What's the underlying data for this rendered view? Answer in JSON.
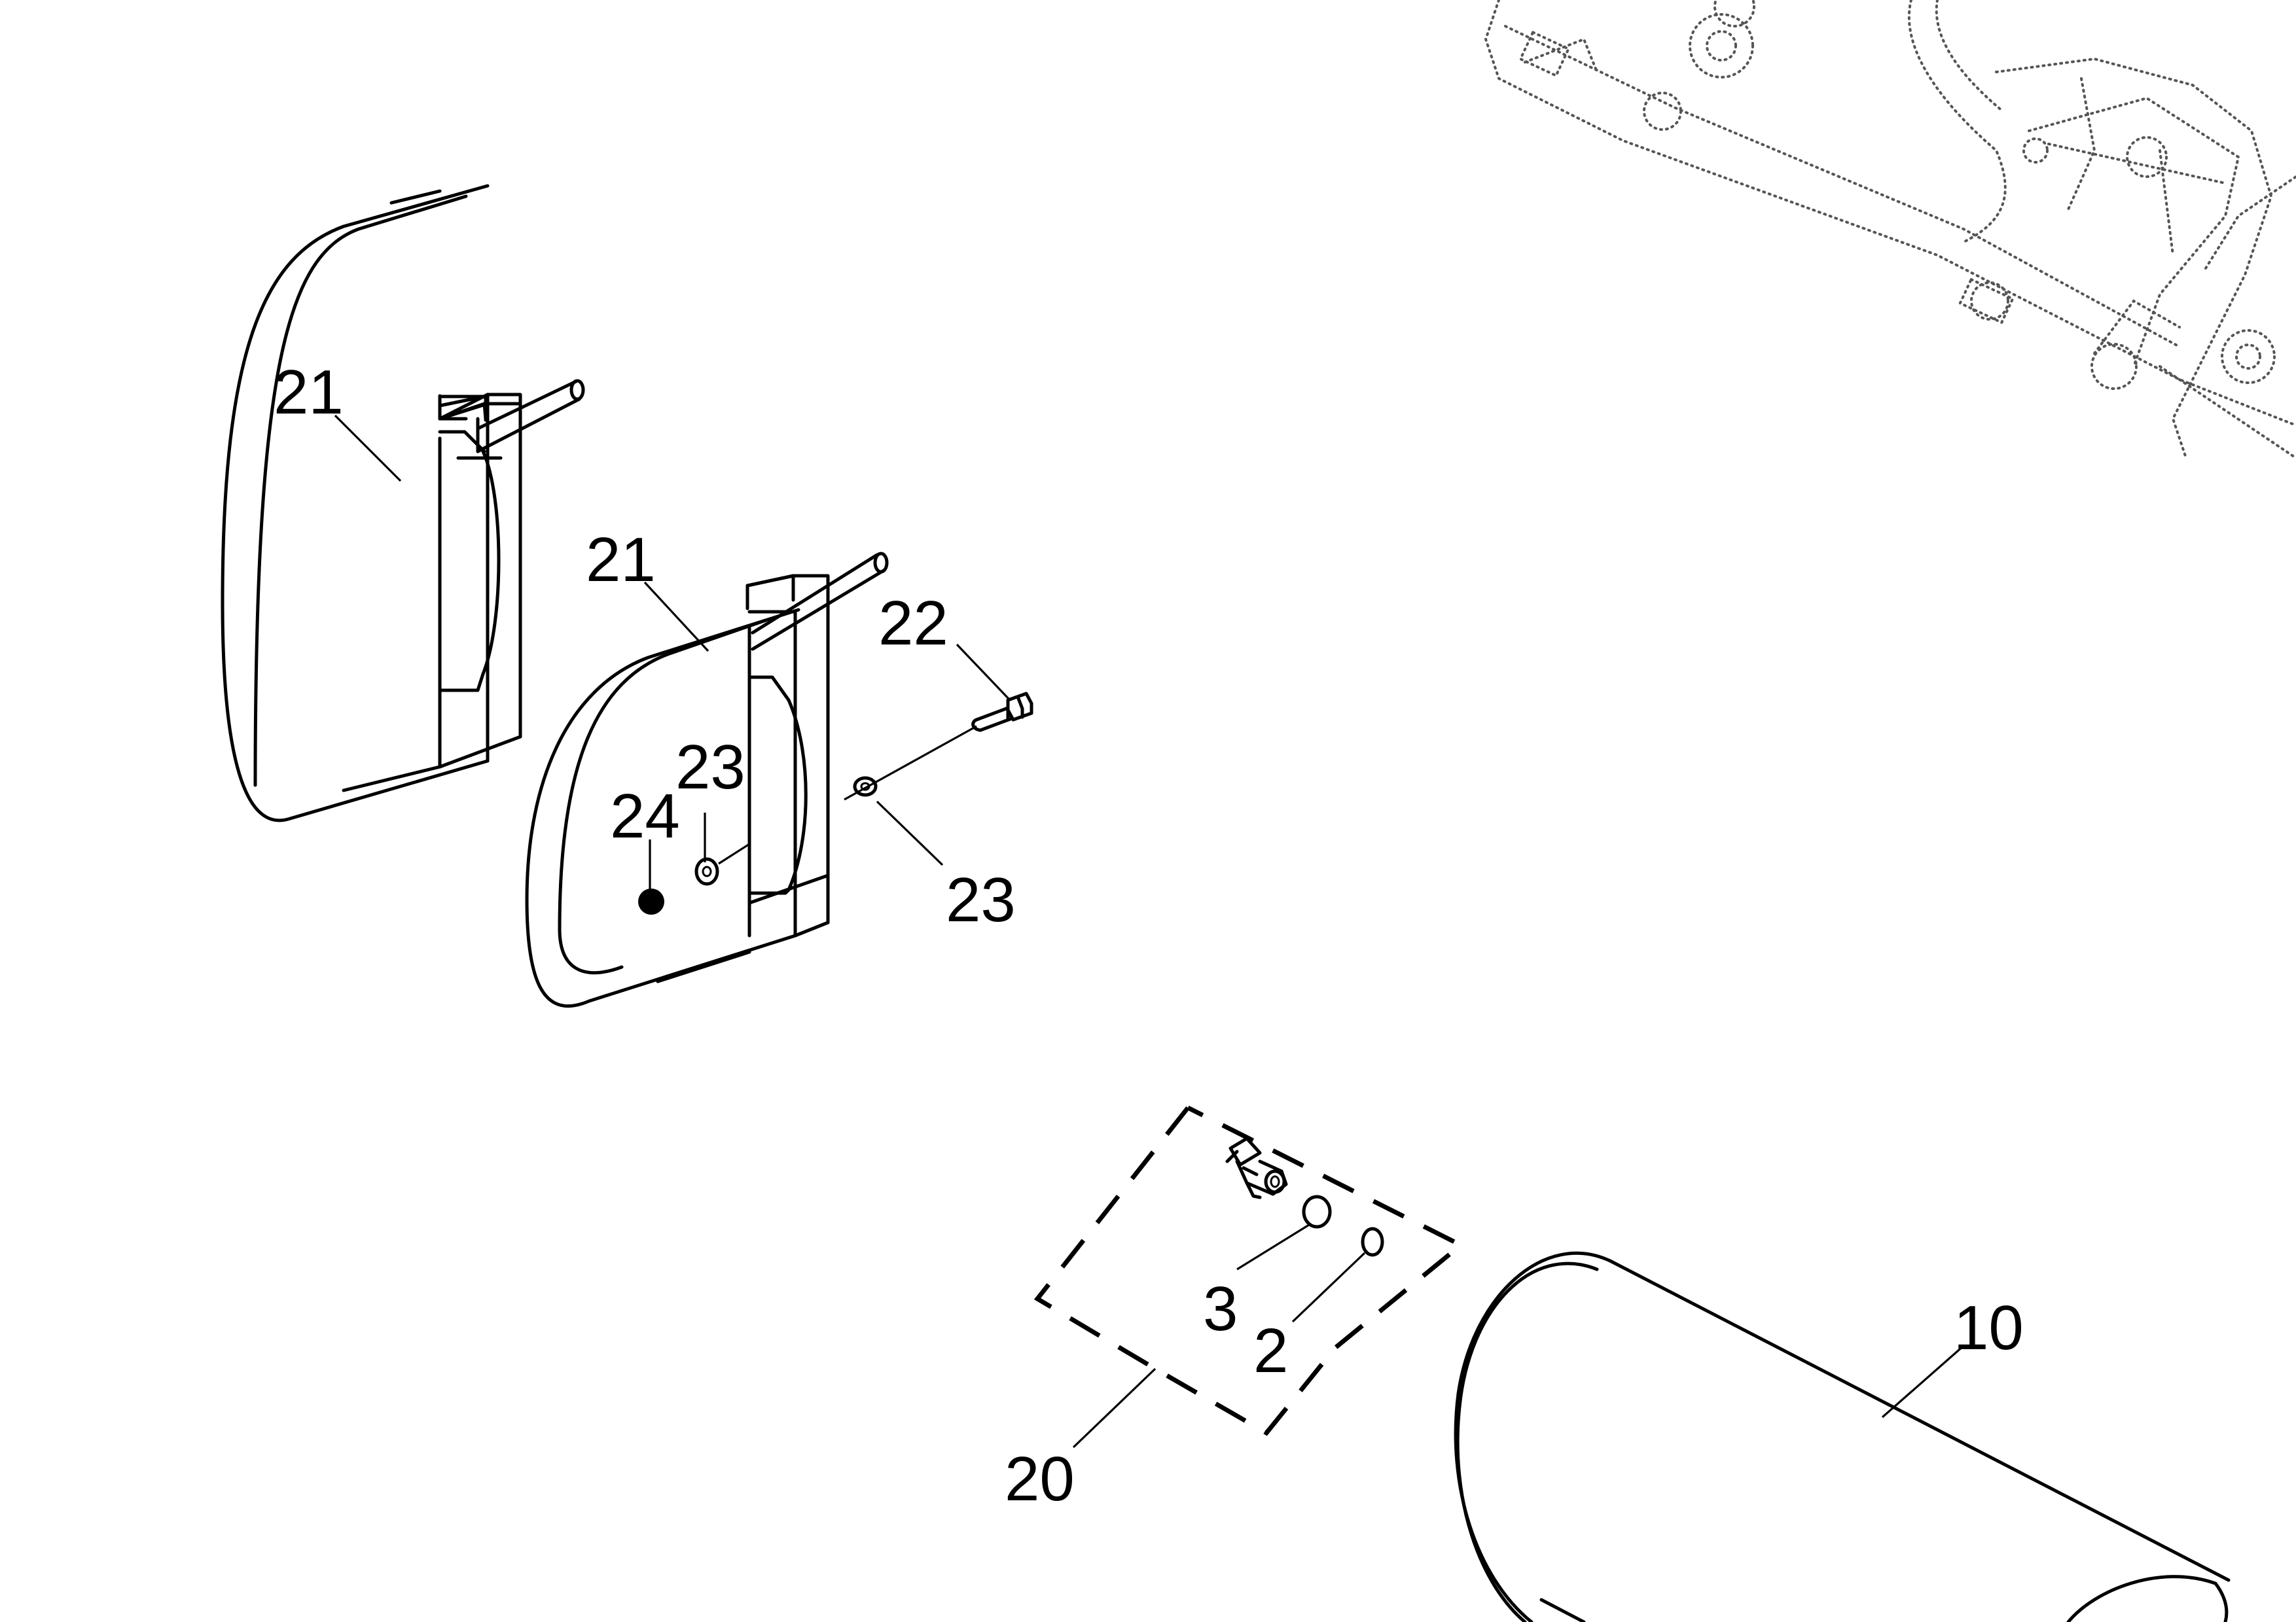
{
  "diagram": {
    "callouts": [
      {
        "id": "c-21a",
        "label": "21"
      },
      {
        "id": "c-21b",
        "label": "21"
      },
      {
        "id": "c-22",
        "label": "22"
      },
      {
        "id": "c-23a",
        "label": "23"
      },
      {
        "id": "c-23b",
        "label": "23"
      },
      {
        "id": "c-24",
        "label": "24"
      },
      {
        "id": "c-20",
        "label": "20"
      },
      {
        "id": "c-3",
        "label": "3"
      },
      {
        "id": "c-2",
        "label": "2"
      },
      {
        "id": "c-10",
        "label": "10"
      }
    ],
    "parts": [
      {
        "name": "strap-bracket",
        "callout": "21",
        "count": 2
      },
      {
        "name": "bolt",
        "callout": "22"
      },
      {
        "name": "washer",
        "callout": "23",
        "count": 2
      },
      {
        "name": "nut",
        "callout": "24"
      },
      {
        "name": "fitting-kit",
        "callout": "20"
      },
      {
        "name": "o-ring-large",
        "callout": "3"
      },
      {
        "name": "o-ring-small",
        "callout": "2"
      },
      {
        "name": "tank-cylinder",
        "callout": "10"
      }
    ]
  }
}
